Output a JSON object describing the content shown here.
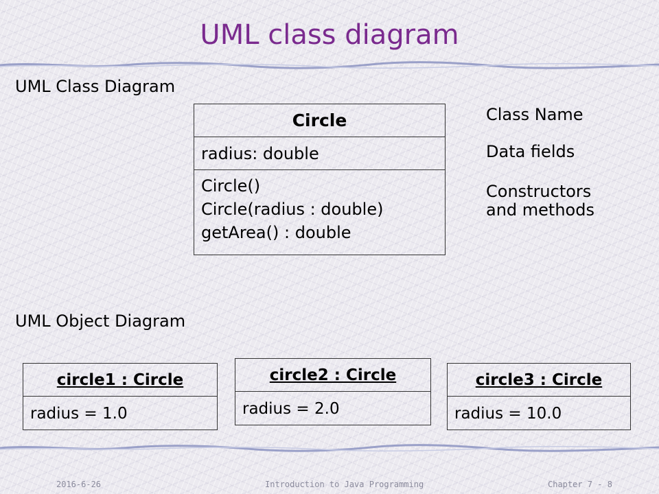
{
  "slide": {
    "title": "UML class diagram"
  },
  "class_diagram": {
    "heading": "UML Class Diagram",
    "class_name": "Circle",
    "fields": [
      "radius: double"
    ],
    "methods": [
      "Circle()",
      "Circle(radius : double)",
      "getArea() : double"
    ],
    "labels": {
      "name": "Class Name",
      "fields": "Data fields",
      "methods": "Constructors\nand methods"
    }
  },
  "object_diagram": {
    "heading": "UML Object Diagram",
    "objects": [
      {
        "name": "circle1 : Circle",
        "field": "radius = 1.0"
      },
      {
        "name": "circle2 : Circle",
        "field": "radius = 2.0"
      },
      {
        "name": "circle3 : Circle",
        "field": "radius = 10.0"
      }
    ]
  },
  "footer": {
    "date": "2016-6-26",
    "course": "Introduction to Java Programming",
    "chapter": "Chapter 7 - 8"
  },
  "colors": {
    "title": "#7a2a8e",
    "rule": "#9aa0c8",
    "footer": "#8a8a9c"
  }
}
